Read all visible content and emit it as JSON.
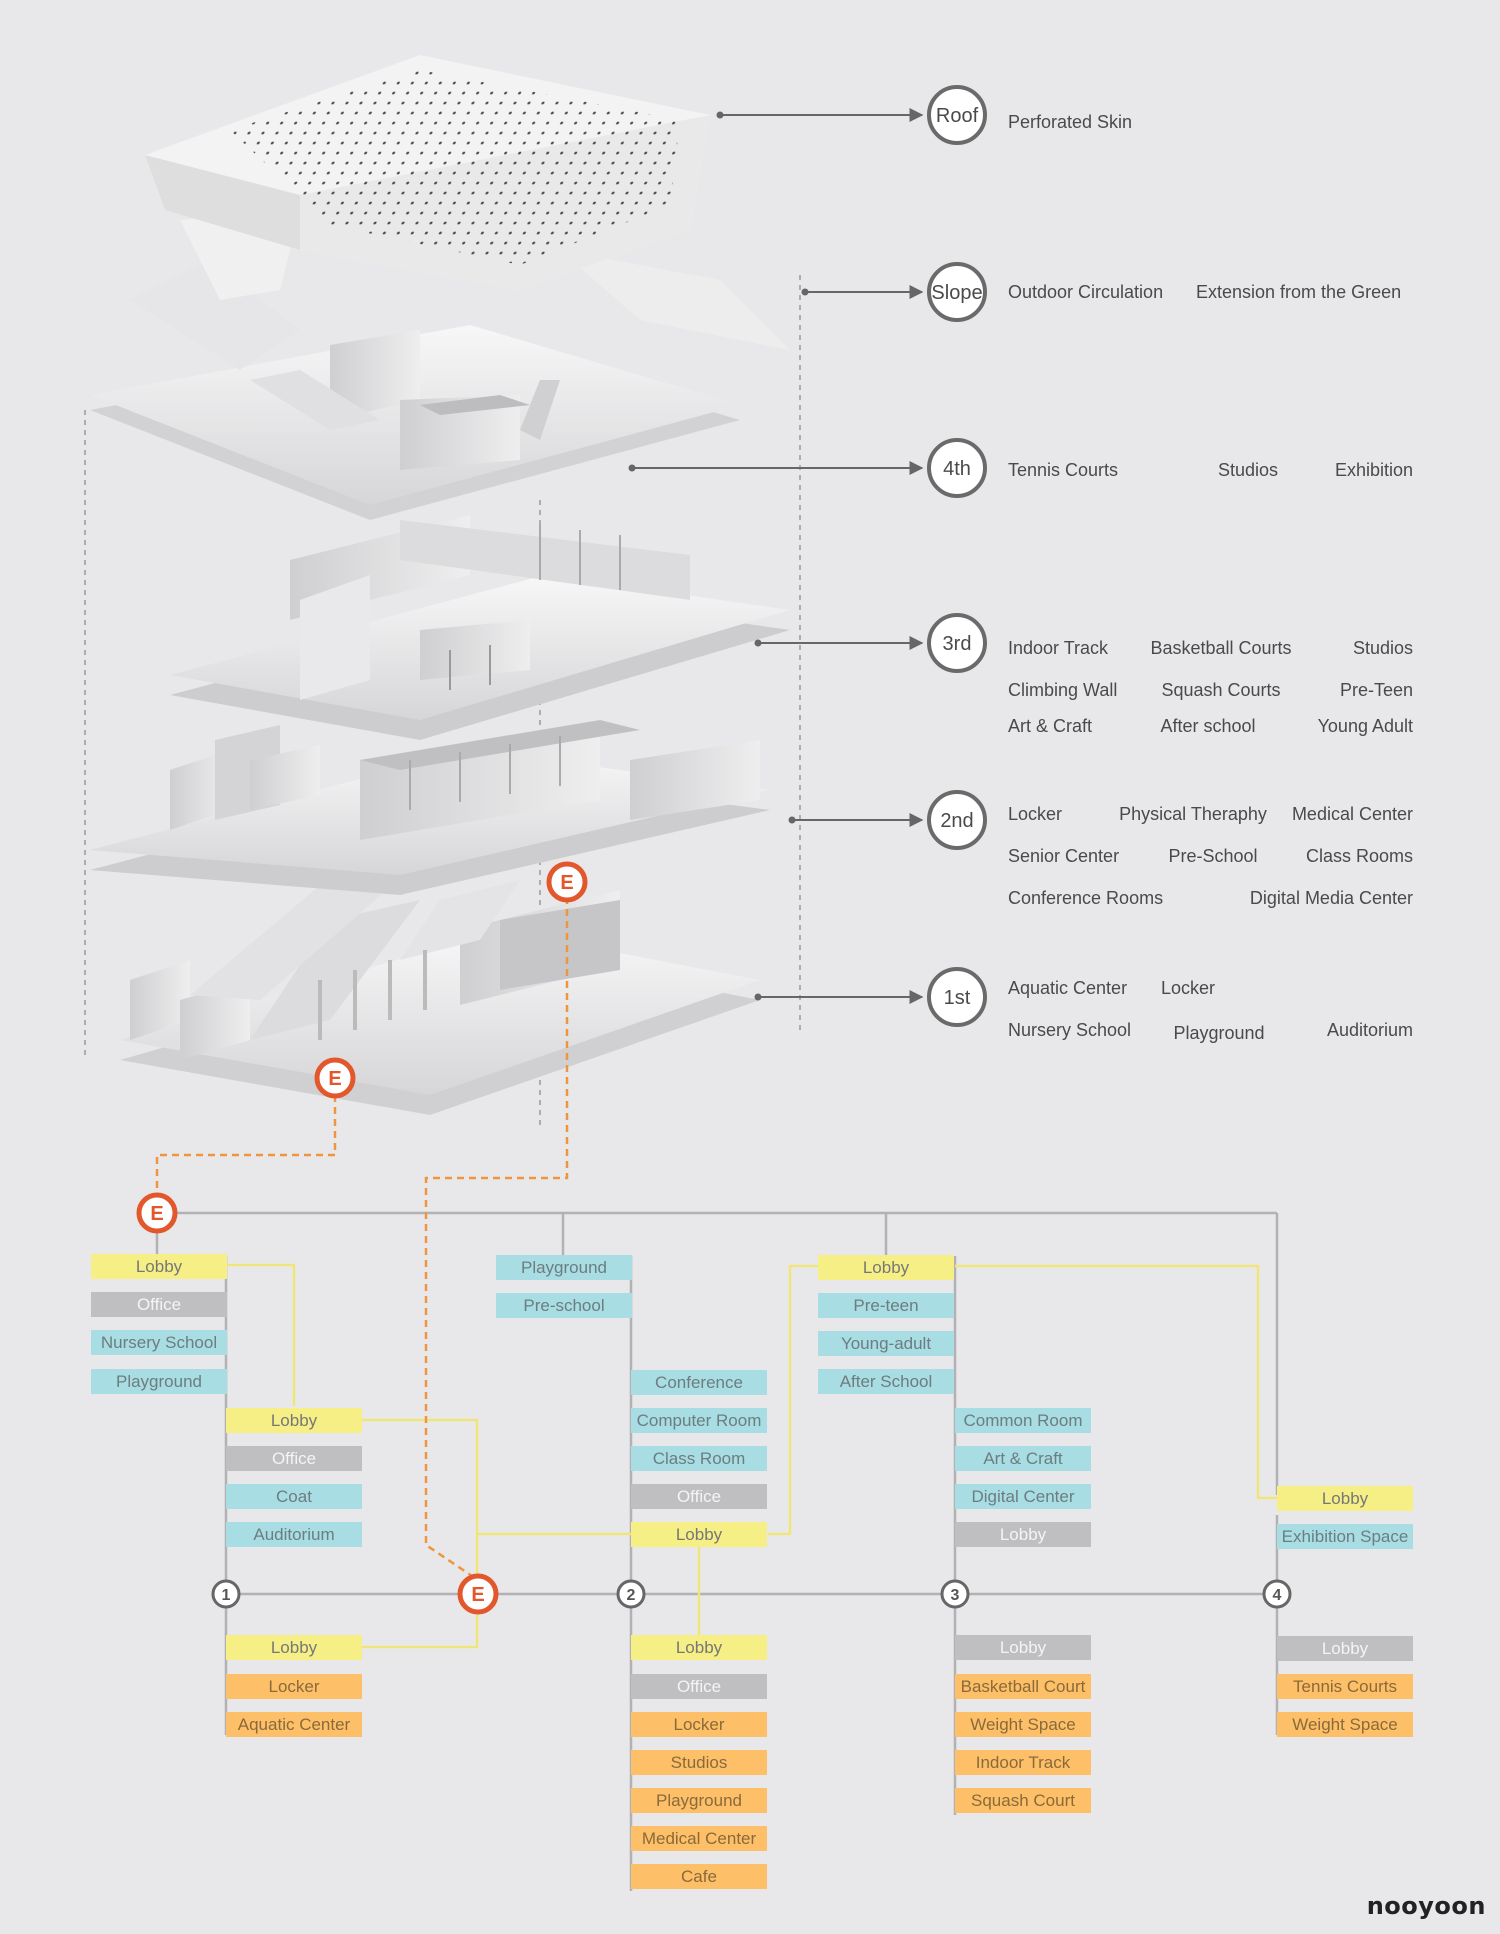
{
  "colors": {
    "background": "#e8e8ea",
    "lobby": "#f5ef86",
    "office": "#bfbfc1",
    "program": "#a7dde3",
    "sport": "#fdc068",
    "accent": "#e2572b",
    "accent_dash": "#f0953f",
    "line": "#b2b2b4",
    "yellow_line": "#efe57a",
    "circle": "#6a6a6a"
  },
  "brand": "nooyoon",
  "entrance_label": "E",
  "floors": [
    {
      "id": "roof",
      "circle": "Roof",
      "labels": [
        "Perforated Skin"
      ]
    },
    {
      "id": "slope",
      "circle": "Slope",
      "labels": [
        "Outdoor Circulation",
        "Extension from the Green"
      ]
    },
    {
      "id": "4th",
      "circle": "4th",
      "labels": [
        "Tennis Courts",
        "Studios",
        "Exhibition"
      ]
    },
    {
      "id": "3rd",
      "circle": "3rd",
      "labels": [
        "Indoor Track",
        "Basketball Courts",
        "Studios",
        "Climbing Wall",
        "Squash Courts",
        "Pre-Teen",
        "Art & Craft",
        "After school",
        "Young Adult"
      ]
    },
    {
      "id": "2nd",
      "circle": "2nd",
      "labels": [
        "Locker",
        "Physical Theraphy",
        "Medical Center",
        "Senior Center",
        "Pre-School",
        "Class Rooms",
        "Conference Rooms",
        "Digital Media Center"
      ]
    },
    {
      "id": "1st",
      "circle": "1st",
      "labels": [
        "Aquatic Center",
        "Locker",
        "Nursery School",
        "Playground",
        "Auditorium"
      ]
    }
  ],
  "levels": [
    "1",
    "2",
    "3",
    "4"
  ],
  "blocks": [
    {
      "id": "a1",
      "type": "lobby",
      "label": "Lobby"
    },
    {
      "id": "a2",
      "type": "office",
      "label": "Office"
    },
    {
      "id": "a3",
      "type": "program",
      "label": "Nursery School"
    },
    {
      "id": "a4",
      "type": "program",
      "label": "Playground"
    },
    {
      "id": "b1",
      "type": "lobby",
      "label": "Lobby"
    },
    {
      "id": "b2",
      "type": "office",
      "label": "Office"
    },
    {
      "id": "b3",
      "type": "program",
      "label": "Coat"
    },
    {
      "id": "b4",
      "type": "program",
      "label": "Auditorium"
    },
    {
      "id": "c1",
      "type": "lobby",
      "label": "Lobby"
    },
    {
      "id": "c2",
      "type": "sport",
      "label": "Locker"
    },
    {
      "id": "c3",
      "type": "sport",
      "label": "Aquatic Center"
    },
    {
      "id": "d1",
      "type": "program",
      "label": "Playground"
    },
    {
      "id": "d2",
      "type": "program",
      "label": "Pre-school"
    },
    {
      "id": "e1",
      "type": "program",
      "label": "Conference"
    },
    {
      "id": "e2",
      "type": "program",
      "label": "Computer Room"
    },
    {
      "id": "e3",
      "type": "program",
      "label": "Class Room"
    },
    {
      "id": "e4",
      "type": "office",
      "label": "Office"
    },
    {
      "id": "e5",
      "type": "lobby",
      "label": "Lobby"
    },
    {
      "id": "f1",
      "type": "lobby",
      "label": "Lobby"
    },
    {
      "id": "f2",
      "type": "office",
      "label": "Office"
    },
    {
      "id": "f3",
      "type": "sport",
      "label": "Locker"
    },
    {
      "id": "f4",
      "type": "sport",
      "label": "Studios"
    },
    {
      "id": "f5",
      "type": "sport",
      "label": "Playground"
    },
    {
      "id": "f6",
      "type": "sport",
      "label": "Medical Center"
    },
    {
      "id": "f7",
      "type": "sport",
      "label": "Cafe"
    },
    {
      "id": "g1",
      "type": "lobby",
      "label": "Lobby"
    },
    {
      "id": "g2",
      "type": "program",
      "label": "Pre-teen"
    },
    {
      "id": "g3",
      "type": "program",
      "label": "Young-adult"
    },
    {
      "id": "g4",
      "type": "program",
      "label": "After School"
    },
    {
      "id": "h1",
      "type": "program",
      "label": "Common Room"
    },
    {
      "id": "h2",
      "type": "program",
      "label": "Art & Craft"
    },
    {
      "id": "h3",
      "type": "program",
      "label": "Digital Center"
    },
    {
      "id": "h4",
      "type": "office",
      "label": "Lobby"
    },
    {
      "id": "i1",
      "type": "office",
      "label": "Lobby"
    },
    {
      "id": "i2",
      "type": "sport",
      "label": "Basketball Court"
    },
    {
      "id": "i3",
      "type": "sport",
      "label": "Weight Space"
    },
    {
      "id": "i4",
      "type": "sport",
      "label": "Indoor Track"
    },
    {
      "id": "i5",
      "type": "sport",
      "label": "Squash Court"
    },
    {
      "id": "j1",
      "type": "lobby",
      "label": "Lobby"
    },
    {
      "id": "j2",
      "type": "program",
      "label": "Exhibition Space"
    },
    {
      "id": "k1",
      "type": "office",
      "label": "Lobby"
    },
    {
      "id": "k2",
      "type": "sport",
      "label": "Tennis Courts"
    },
    {
      "id": "k3",
      "type": "sport",
      "label": "Weight Space"
    }
  ]
}
